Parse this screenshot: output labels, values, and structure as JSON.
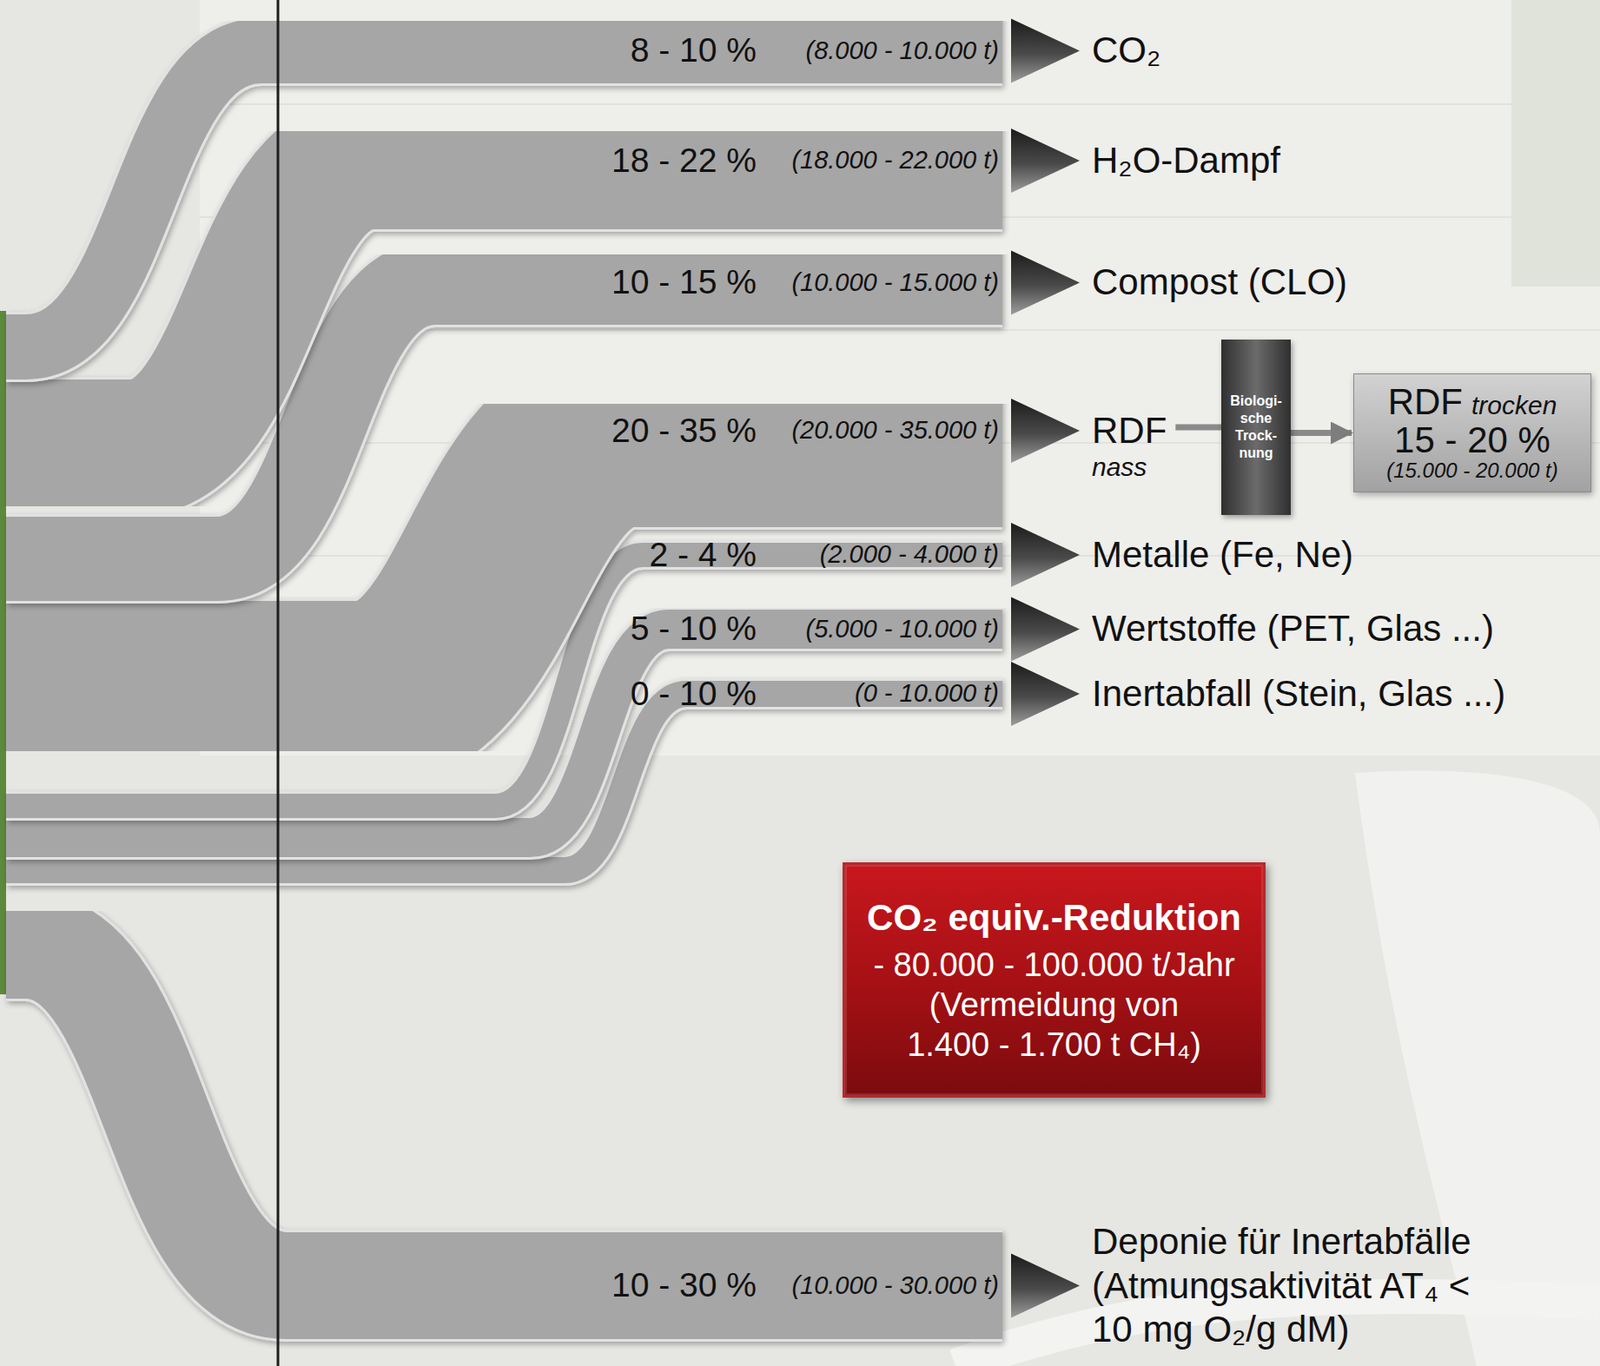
{
  "diagram": {
    "nodes": [
      {
        "text": [
          "8 - 10 %",
          "(8.000 - 10.000 t)"
        ]
      },
      {
        "text": [
          "CO₂"
        ]
      },
      {
        "text": [
          "18 - 22 %",
          "(18.000 - 22.000 t)"
        ]
      },
      {
        "text": [
          "H₂O-Dampf"
        ]
      },
      {
        "text": [
          "10 - 15 %",
          "(10.000 - 15.000 t)"
        ]
      },
      {
        "text": [
          "Compost (CLO)"
        ]
      },
      {
        "text": [
          "20 - 35 %",
          "(20.000 - 35.000 t)"
        ]
      },
      {
        "text": [
          "RDF",
          "nass"
        ]
      },
      {
        "text": [
          "Biologi- sche Trock- nung"
        ]
      },
      {
        "text": [
          "RDF",
          "trocken",
          "15 - 20 %",
          "(15.000 - 20.000 t)"
        ]
      },
      {
        "text": [
          "2 - 4 %",
          "(2.000 - 4.000 t)"
        ]
      },
      {
        "text": [
          "Metalle (Fe, Ne)"
        ]
      },
      {
        "text": [
          "5 - 10 %",
          "(5.000 - 10.000 t)"
        ]
      },
      {
        "text": [
          "Wertstoffe (PET, Glas ...)"
        ]
      },
      {
        "text": [
          "0 - 10 %",
          "(0 - 10.000 t)"
        ]
      },
      {
        "text": [
          "Inertabfall (Stein, Glas ...)"
        ]
      },
      {
        "text": [
          "CO₂ equiv.-Reduktion",
          "- 80.000 - 100.000 t/Jahr",
          "(Vermeidung von 1.400 - 1.700 t CH₄)"
        ]
      },
      {
        "text": [
          "10 - 30 %",
          "(10.000 - 30.000 t)"
        ]
      },
      {
        "text": [
          "Deponie für Inertabfälle (Atmungsaktivität AT₄ < 10 mg O₂/g dM)"
        ]
      }
    ],
    "edges": [
      {
        "from": 0,
        "to": 1,
        "arrow": "to"
      },
      {
        "from": 2,
        "to": 3,
        "arrow": "to"
      },
      {
        "from": 4,
        "to": 5,
        "arrow": "to"
      },
      {
        "from": 6,
        "to": 7,
        "arrow": "to"
      },
      {
        "from": 7,
        "to": 8,
        "arrow": "none"
      },
      {
        "from": 8,
        "to": 9,
        "arrow": "to"
      },
      {
        "from": 10,
        "to": 11,
        "arrow": "to"
      },
      {
        "from": 12,
        "to": 13,
        "arrow": "to"
      },
      {
        "from": 14,
        "to": 15,
        "arrow": "to"
      },
      {
        "from": 17,
        "to": 18,
        "arrow": "to"
      }
    ]
  }
}
